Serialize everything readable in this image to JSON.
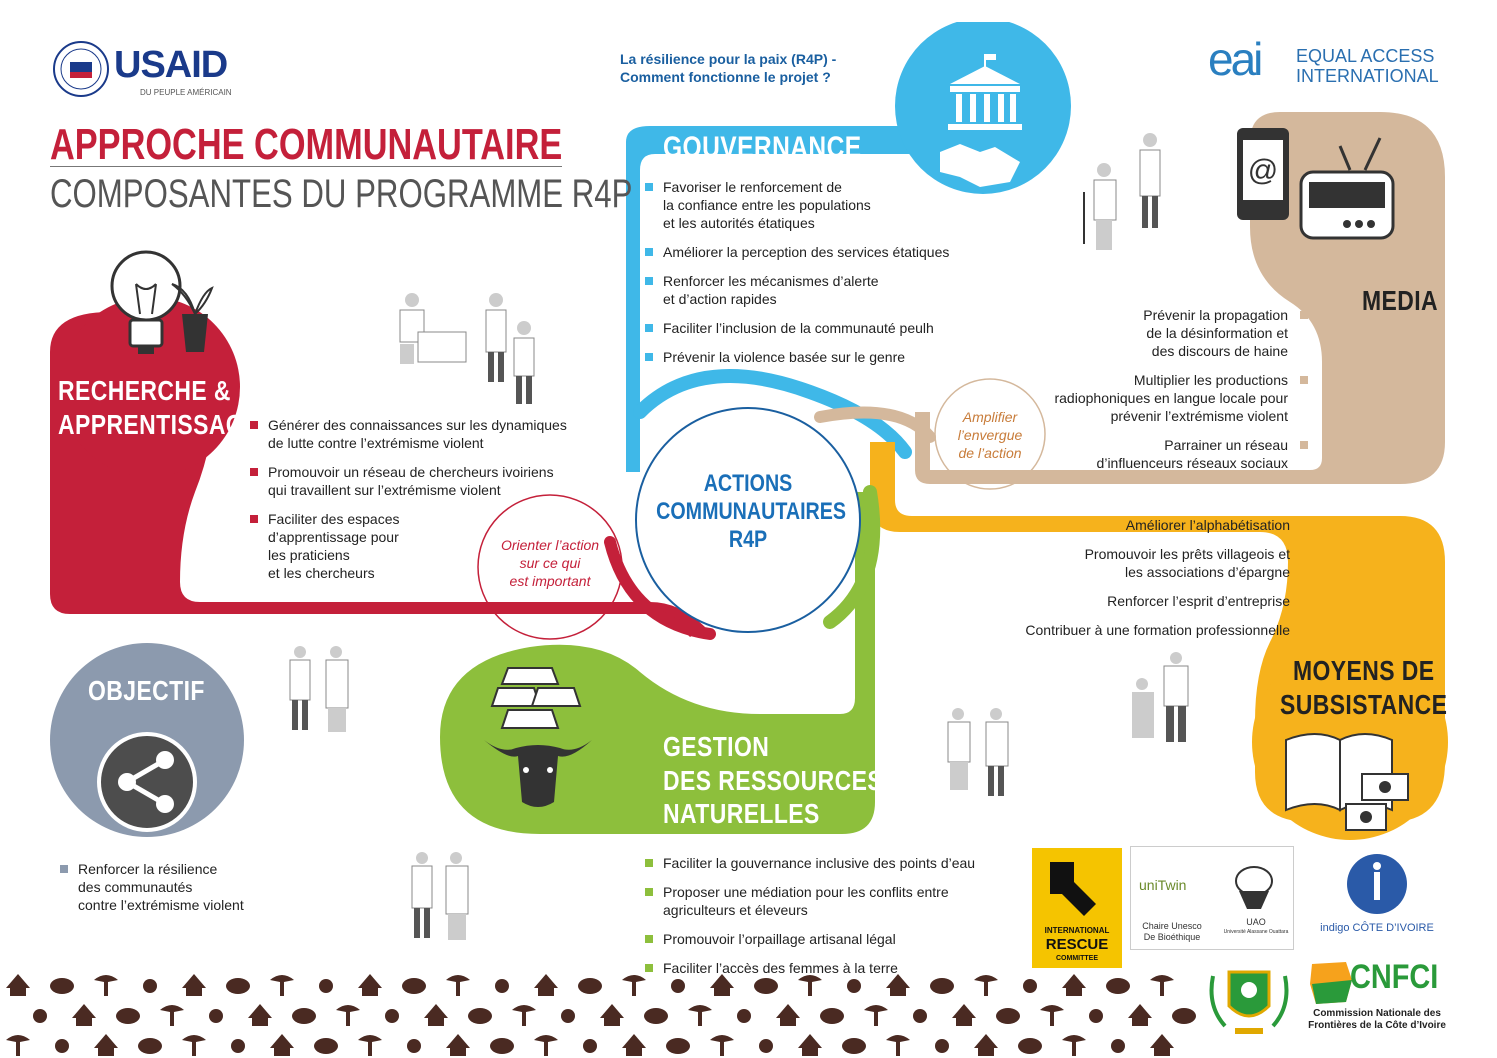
{
  "header": {
    "usaid_wordmark": "USAID",
    "usaid_subtitle": "DU PEUPLE AMÉRICAIN",
    "project_question_line1": "La résilience pour la paix (R4P) -",
    "project_question_line2": "Comment fonctionne le projet ?",
    "eai_logo_text": "eai",
    "eai_name_line1": "EQUAL ACCESS",
    "eai_name_line2": "INTERNATIONAL"
  },
  "titles": {
    "main": "APPROCHE COMMUNAUTAIRE",
    "sub": "COMPOSANTES DU PROGRAMME R4P"
  },
  "center": {
    "line1": "ACTIONS",
    "line2": "COMMUNAUTAIRES",
    "line3": "R4P"
  },
  "gouvernance": {
    "title": "GOUVERNANCE",
    "items": [
      "Favoriser le renforcement de\nla confiance entre les populations\net les autorités étatiques",
      "Améliorer la perception des services étatiques",
      "Renforcer les mécanismes d’alerte\n    et d’action rapides",
      "Faciliter l’inclusion de la communauté peulh",
      "Prévenir la violence basée sur le genre"
    ]
  },
  "media": {
    "title": "MEDIA",
    "items": [
      "Prévenir la propagation\nde la désinformation et\ndes discours de haine",
      "Multiplier les productions\nradiophoniques en langue locale pour\nprévenir l’extrémisme violent",
      "Parrainer un réseau\nd’influenceurs réseaux sociaux"
    ],
    "note": "Amplifier\nl’envergue\nde l’action"
  },
  "recherche": {
    "title_line1": "RECHERCHE &",
    "title_line2": "APPRENTISSAGE",
    "items": [
      "Générer des connaissances sur les dynamiques\nde lutte contre l’extrémisme violent",
      "Promouvoir un réseau de chercheurs ivoiriens\nqui travaillent sur l’extrémisme violent",
      "Faciliter des espaces\nd’apprentissage pour\nles praticiens\net les chercheurs"
    ],
    "note": "Orienter l’action\nsur ce qui\nest important"
  },
  "subsistance": {
    "title_line1": "MOYENS DE",
    "title_line2": "SUBSISTANCE",
    "items": [
      "Améliorer l’alphabétisation",
      "Promouvoir les prêts villageois et\nles associations d’épargne",
      "Renforcer l’esprit d’entreprise",
      "Contribuer à une formation professionnelle"
    ]
  },
  "ressources": {
    "title_line1": "GESTION",
    "title_line2": "DES RESSOURCES",
    "title_line3": "NATURELLES",
    "items": [
      "Faciliter la gouvernance inclusive des points d’eau",
      "Proposer une médiation pour les conflits entre\nagriculteurs et éleveurs",
      "Promouvoir l’orpaillage artisanal légal",
      "Faciliter l’accès des femmes à la terre"
    ]
  },
  "objectif": {
    "title": "OBJECTIF",
    "items": [
      "Renforcer la résilience\ndes communautés\ncontre l’extrémisme violent"
    ]
  },
  "partners": {
    "irc_line1": "INTERNATIONAL",
    "irc_line2": "RESCUE",
    "irc_line3": "COMMITTEE",
    "unitwin_name": "uniTwin",
    "unitwin_caption": "Chaire Unesco\nDe Bioéthique",
    "uao_caption": "UAO",
    "uao_sub": "Université Alassane Ouattara",
    "indigo_name": "indigo CÔTE D’IVOIRE",
    "cnfci_acronym": "CNFCI",
    "cnfci_full": "Commission Nationale des\nFrontières de la Côte d’Ivoire"
  },
  "colors": {
    "red": "#c4203a",
    "blue": "#3fb8e8",
    "tan": "#d4b89c",
    "yellow": "#f6b21c",
    "green": "#8dbf3c",
    "gray_blue": "#8c9aae",
    "navy": "#1a3a8a",
    "dark_band": "#4a2a22"
  }
}
